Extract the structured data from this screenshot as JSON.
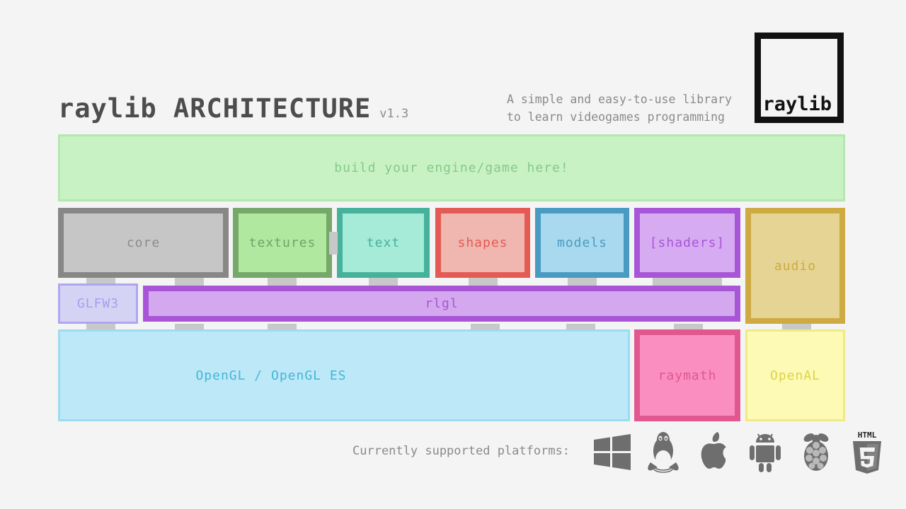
{
  "header": {
    "title": "raylib ARCHITECTURE",
    "version": "v1.3",
    "tagline_line1": "A simple and easy-to-use library",
    "tagline_line2": "to learn videogames programming",
    "logo_text": "raylib"
  },
  "diagram": {
    "user_layer": {
      "label": "build your engine/game here!",
      "fill": "#c9f2c4",
      "border": "#b4e8ae",
      "text_color": "#85c98a"
    },
    "modules": [
      {
        "label": "core",
        "fill": "#c6c6c6",
        "border": "#878787",
        "text_color": "#8c8c8c"
      },
      {
        "label": "textures",
        "fill": "#b0e8a0",
        "border": "#76a86a",
        "text_color": "#71a368"
      },
      {
        "label": "text",
        "fill": "#a6ead8",
        "border": "#46b29b",
        "text_color": "#46b29b"
      },
      {
        "label": "shapes",
        "fill": "#f0b6b0",
        "border": "#e35b54",
        "text_color": "#e35b54"
      },
      {
        "label": "models",
        "fill": "#a9d9ef",
        "border": "#4a9bc2",
        "text_color": "#4a9bc2"
      },
      {
        "label": "[shaders]",
        "fill": "#d7abf2",
        "border": "#a855d8",
        "text_color": "#a855d8"
      },
      {
        "label": "audio",
        "fill": "#e6d494",
        "border": "#cdab42",
        "text_color": "#cdab42"
      }
    ],
    "middle_layer": [
      {
        "label": "GLFW3",
        "fill": "#d5d3f4",
        "border": "#aea6f0",
        "text_color": "#a79df0"
      },
      {
        "label": "rlgl",
        "fill": "#d4a8ee",
        "border": "#a855d8",
        "text_color": "#a855d8"
      }
    ],
    "bottom_layer": [
      {
        "label": "OpenGL / OpenGL ES",
        "fill": "#bde8f7",
        "border": "#9bdcf2",
        "text_color": "#45b6d8"
      },
      {
        "label": "raymath",
        "fill": "#fa8ec0",
        "border": "#e0588f",
        "text_color": "#e0588f"
      },
      {
        "label": "OpenAL",
        "fill": "#fcfab4",
        "border": "#f0ea84",
        "text_color": "#ded24a"
      }
    ]
  },
  "footer": {
    "label": "Currently supported platforms:",
    "platforms": [
      {
        "name": "windows-icon"
      },
      {
        "name": "linux-icon"
      },
      {
        "name": "apple-icon"
      },
      {
        "name": "android-icon"
      },
      {
        "name": "raspberry-pi-icon"
      },
      {
        "name": "html5-icon"
      }
    ]
  },
  "colors": {
    "background": "#f4f4f4",
    "connector": "#c8c8c8",
    "platform_icon": "#6e6e6e"
  }
}
